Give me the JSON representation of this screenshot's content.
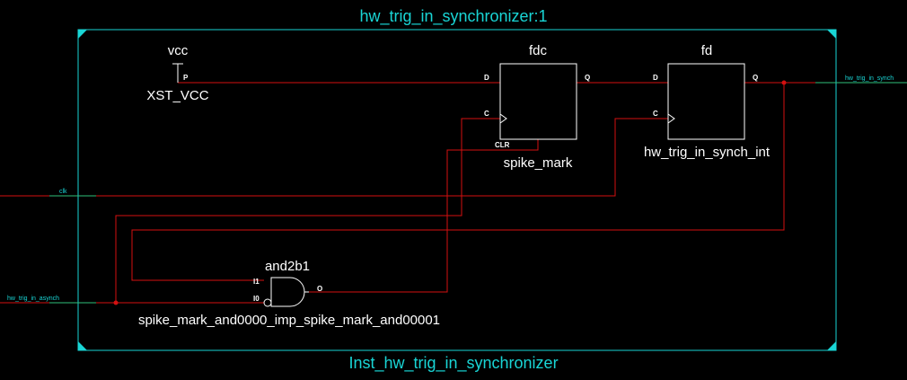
{
  "title_top": "hw_trig_in_synchronizer:1",
  "title_bottom": "Inst_hw_trig_in_synchronizer",
  "vcc": {
    "type": "vcc",
    "pin": "P",
    "instance": "XST_VCC"
  },
  "fdc": {
    "type": "fdc",
    "pins": {
      "d": "D",
      "c": "C",
      "q": "Q",
      "clr": "CLR"
    },
    "instance": "spike_mark"
  },
  "fd": {
    "type": "fd",
    "pins": {
      "d": "D",
      "c": "C",
      "q": "Q"
    },
    "instance": "hw_trig_in_synch_int"
  },
  "and_gate": {
    "type": "and2b1",
    "pins": {
      "i1": "I1",
      "i0": "I0",
      "o": "O"
    },
    "instance": "spike_mark_and0000_imp_spike_mark_and00001"
  },
  "ports": {
    "clk": "clk",
    "input": "hw_trig_in_asynch",
    "output": "hw_trig_in_synch"
  },
  "colors": {
    "frame": "#19d5d5",
    "wire": "#d41010",
    "port_wire": "#2fbf7a",
    "symbol": "#ffffff",
    "background": "#000000"
  }
}
